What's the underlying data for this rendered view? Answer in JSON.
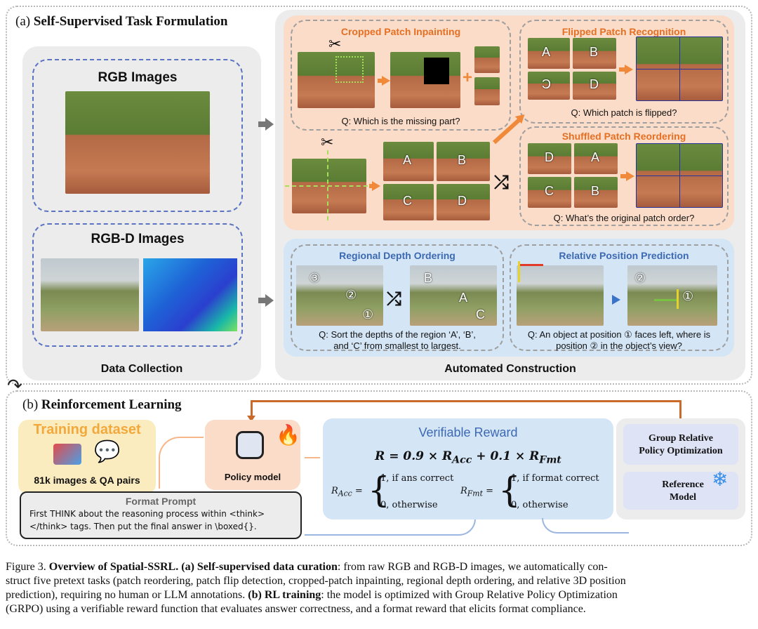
{
  "section_a": {
    "label": "(a)",
    "title": "Self-Supervised Task Formulation",
    "data_collection": {
      "rgb_title": "RGB Images",
      "rgbd_title": "RGB-D Images",
      "footer": "Data Collection"
    },
    "automated_construction": "Automated Construction",
    "tasks": {
      "cropped": {
        "title": "Cropped Patch Inpainting",
        "question": "Q: Which is the missing part?"
      },
      "flipped": {
        "title": "Flipped Patch Recognition",
        "question": "Q: Which patch is flipped?"
      },
      "shuffled": {
        "title": "Shuffled Patch Reordering",
        "question": "Q: What’s the original patch order?"
      },
      "depth": {
        "title": "Regional Depth Ordering",
        "question_l1": "Q: Sort the depths of the region ‘A’, ‘B’,",
        "question_l2": "and ‘C’ from smallest to largest."
      },
      "position": {
        "title": "Relative Position Prediction",
        "question_l1": "Q: An object at position ① faces left, where is",
        "question_l2": "position ② in the object’s view?"
      }
    },
    "patch_letters": [
      "A",
      "B",
      "C",
      "D"
    ],
    "flipped_letter": "C",
    "shuffled_letters": [
      "D",
      "A",
      "C",
      "B"
    ],
    "depth_marks": [
      "③",
      "②",
      "①"
    ],
    "depth_letters": [
      "B",
      "A",
      "C"
    ],
    "position_marks": [
      "②",
      "①"
    ]
  },
  "section_b": {
    "label": "(b)",
    "title": "Reinforcement Learning",
    "training_dataset": {
      "title": "Training dataset",
      "subtitle": "81k images & QA pairs"
    },
    "policy_model": "Policy model",
    "format_prompt": {
      "title": "Format Prompt",
      "line1": "First THINK about the reasoning process within <think>",
      "line2": "</think> tags. Then put the final answer in \\boxed{}."
    },
    "verifiable_reward": {
      "title": "Verifiable Reward",
      "formula": "R = 0.9 × R",
      "formula_acc": "Acc",
      "formula_mid": " + 0.1 × R",
      "formula_fmt": "Fmt",
      "racc_label": "R",
      "racc_sub": "Acc",
      "racc_case1": "1, if ans correct",
      "racc_case0": "0, otherwise",
      "rfmt_label": "R",
      "rfmt_sub": "Fmt",
      "rfmt_case1": "1, if  format correct",
      "rfmt_case0": "0, otherwise",
      "equals": "="
    },
    "grpo": {
      "line1": "Group Relative",
      "line2": "Policy Optimization"
    },
    "reference": {
      "line1": "Reference",
      "line2": "Model"
    }
  },
  "caption": {
    "fig": "Figure 3.",
    "bold1": "Overview of Spatial-SSRL.",
    "bold2": "(a) Self-supervised data curation",
    "text1": ": from raw RGB and RGB-D images, we automatically con-",
    "line2": "struct five pretext tasks (patch reordering, patch flip detection, cropped-patch inpainting, regional depth ordering, and relative 3D position",
    "line3a": "prediction), requiring no human or LLM annotations. ",
    "bold3": "(b) RL training",
    "line3b": ": the model is optimized with Group Relative Policy Optimization",
    "line4": "(GRPO) using a verifiable reward function that evaluates answer correctness, and a format reward that elicits format compliance."
  },
  "colors": {
    "orange": "#e56f22",
    "blue": "#3c69b4",
    "peach": "#fbdcc8",
    "lightblue": "#d4e5f6",
    "gray": "#ececec"
  },
  "icons": [
    "scissors-icon",
    "shuffle-icon",
    "robot-icon",
    "fire-icon",
    "snowflake-icon",
    "image-stack-icon",
    "chat-question-icon"
  ]
}
